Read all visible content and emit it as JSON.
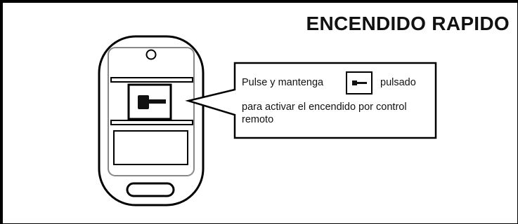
{
  "title": "ENCENDIDO RAPIDO",
  "callout": {
    "line1_before": "Pulse y mantenga",
    "line1_after": "pulsado",
    "line2": "para activar el encendido por control remoto"
  },
  "icons": {
    "key_button": "key-icon",
    "ring_hole": "keyring-hole-icon"
  },
  "colors": {
    "outline": "#000000",
    "inner_gray": "#888888"
  }
}
